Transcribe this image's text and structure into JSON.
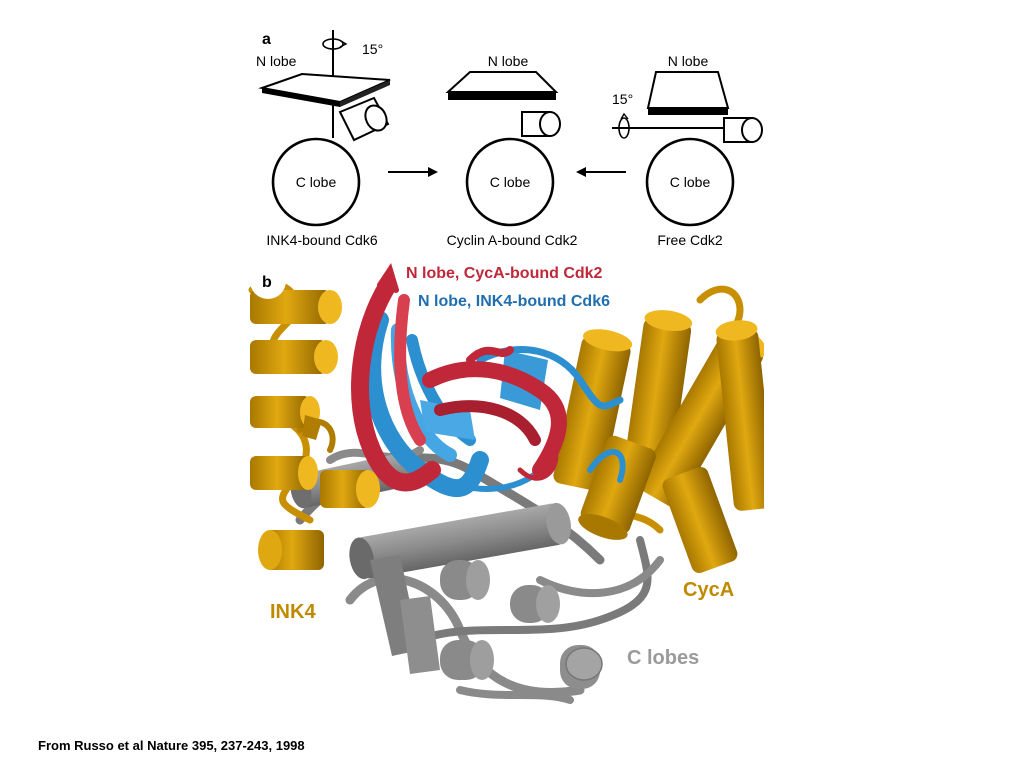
{
  "panel_a": {
    "letter": "a",
    "rotation": "15°",
    "n_lobe": "N lobe",
    "c_lobe": "C lobe",
    "states": [
      {
        "label": "INK4-bound Cdk6"
      },
      {
        "label": "Cyclin A-bound Cdk2"
      },
      {
        "label": "Free Cdk2"
      }
    ]
  },
  "panel_b": {
    "letter": "b",
    "title_red": "N lobe, CycA-bound Cdk2",
    "title_blue": "N lobe, INK4-bound Cdk6",
    "label_ink4": "INK4",
    "label_cyca": "CycA",
    "label_clobes": "C lobes",
    "colors": {
      "red": "#c0283a",
      "blue": "#2c8fd0",
      "gold": "#d69a00",
      "gold_dark": "#9a6c00",
      "grey": "#8c8c8c",
      "grey_dark": "#5e5e5e"
    }
  },
  "caption": "From Russo et al Nature 395, 237-243, 1998"
}
